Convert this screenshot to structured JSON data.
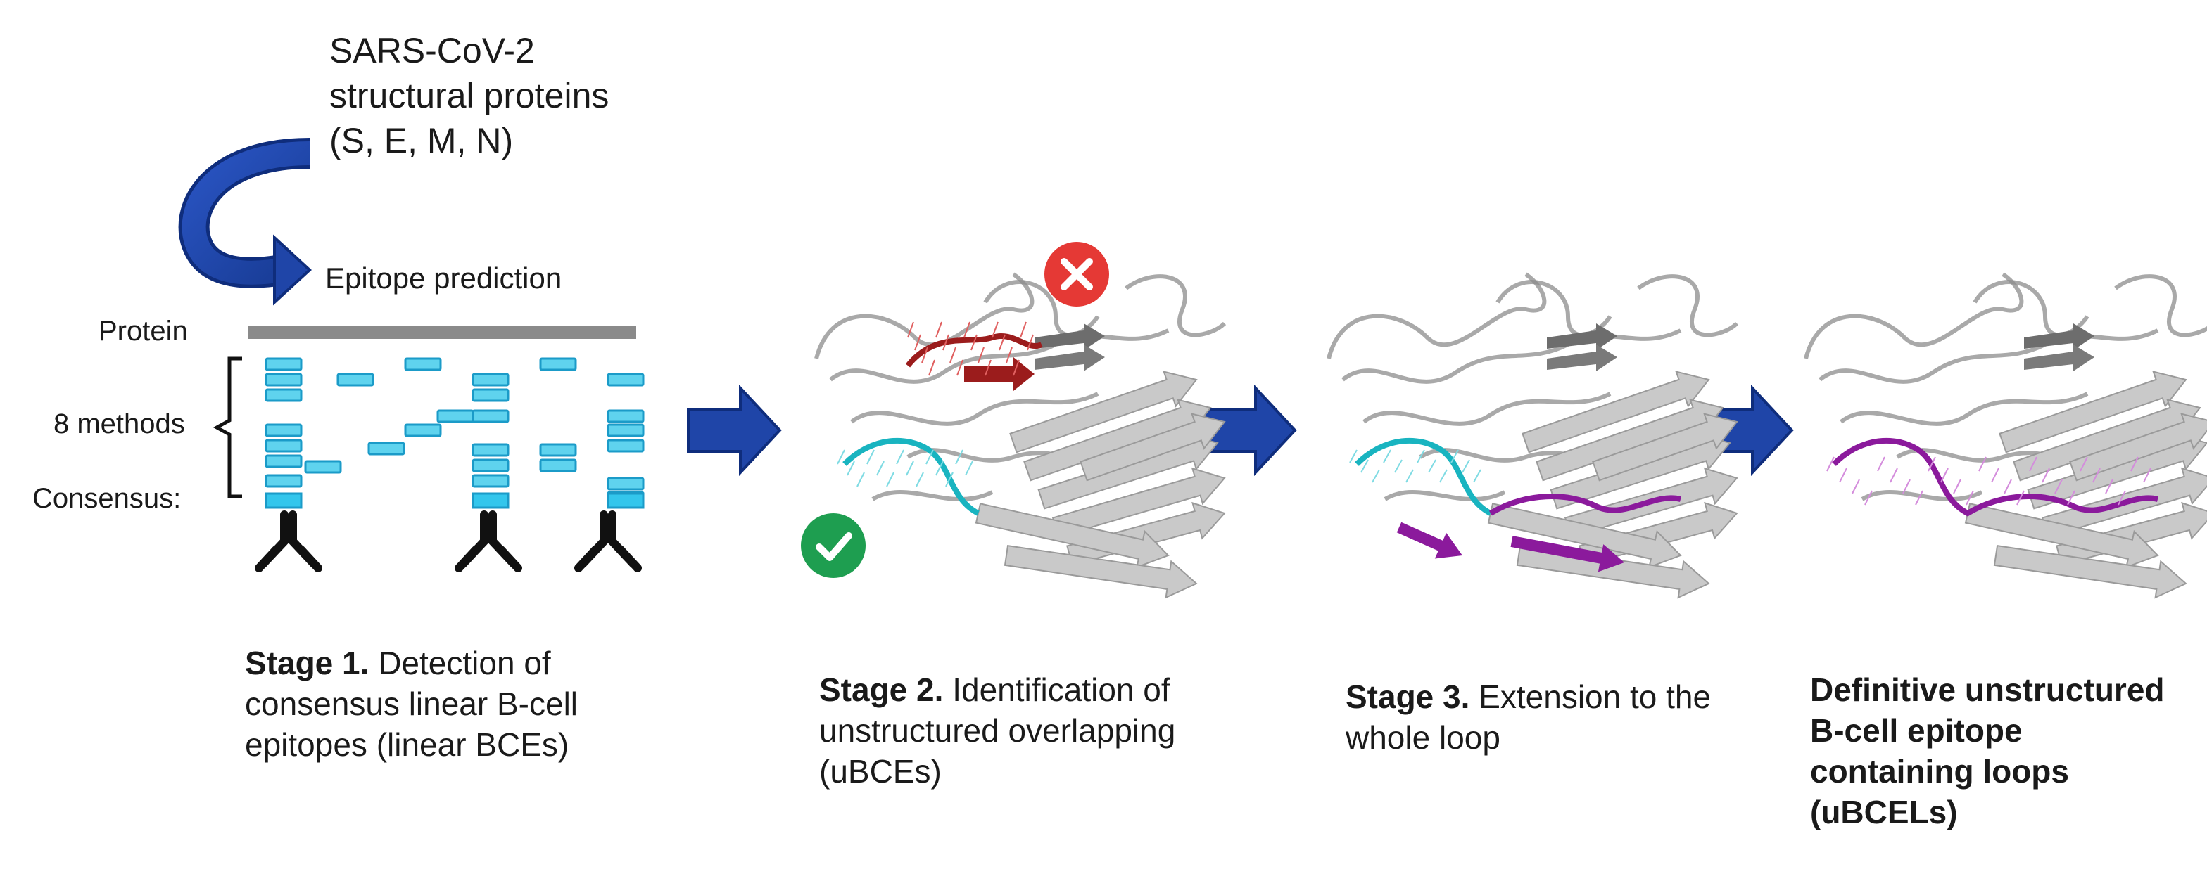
{
  "header": {
    "source_label": "SARS-CoV-2\nstructural proteins\n(S, E, M, N)",
    "prediction_label": "Epitope prediction"
  },
  "stage1_panel": {
    "protein_label": "Protein",
    "methods_label": "8 methods",
    "consensus_label": "Consensus:"
  },
  "stages": [
    {
      "title": "Stage 1.",
      "description": "Detection of consensus linear B-cell epitopes (linear BCEs)"
    },
    {
      "title": "Stage 2.",
      "description": "Identification of unstructured overlapping (uBCEs)"
    },
    {
      "title": "Stage 3.",
      "description": "Extension to the whole loop"
    },
    {
      "title": "",
      "description": "Definitive unstructured B-cell epitope containing loops (uBCELs)"
    }
  ],
  "markers": {
    "reject_icon": "x-circle-icon",
    "accept_icon": "check-circle-icon"
  },
  "colors": {
    "arrow_blue": "#1f45a8",
    "epitope_cyan": "#5fd3ee",
    "consensus_cyan": "#33c6ec",
    "protein_bar": "#8a8a8a",
    "rejected_red": "#9b1c1c",
    "reject_badge": "#e53935",
    "accept_badge": "#1e9e50",
    "accepted_cyan": "#19b4c0",
    "extended_purple": "#8b1a9c"
  }
}
